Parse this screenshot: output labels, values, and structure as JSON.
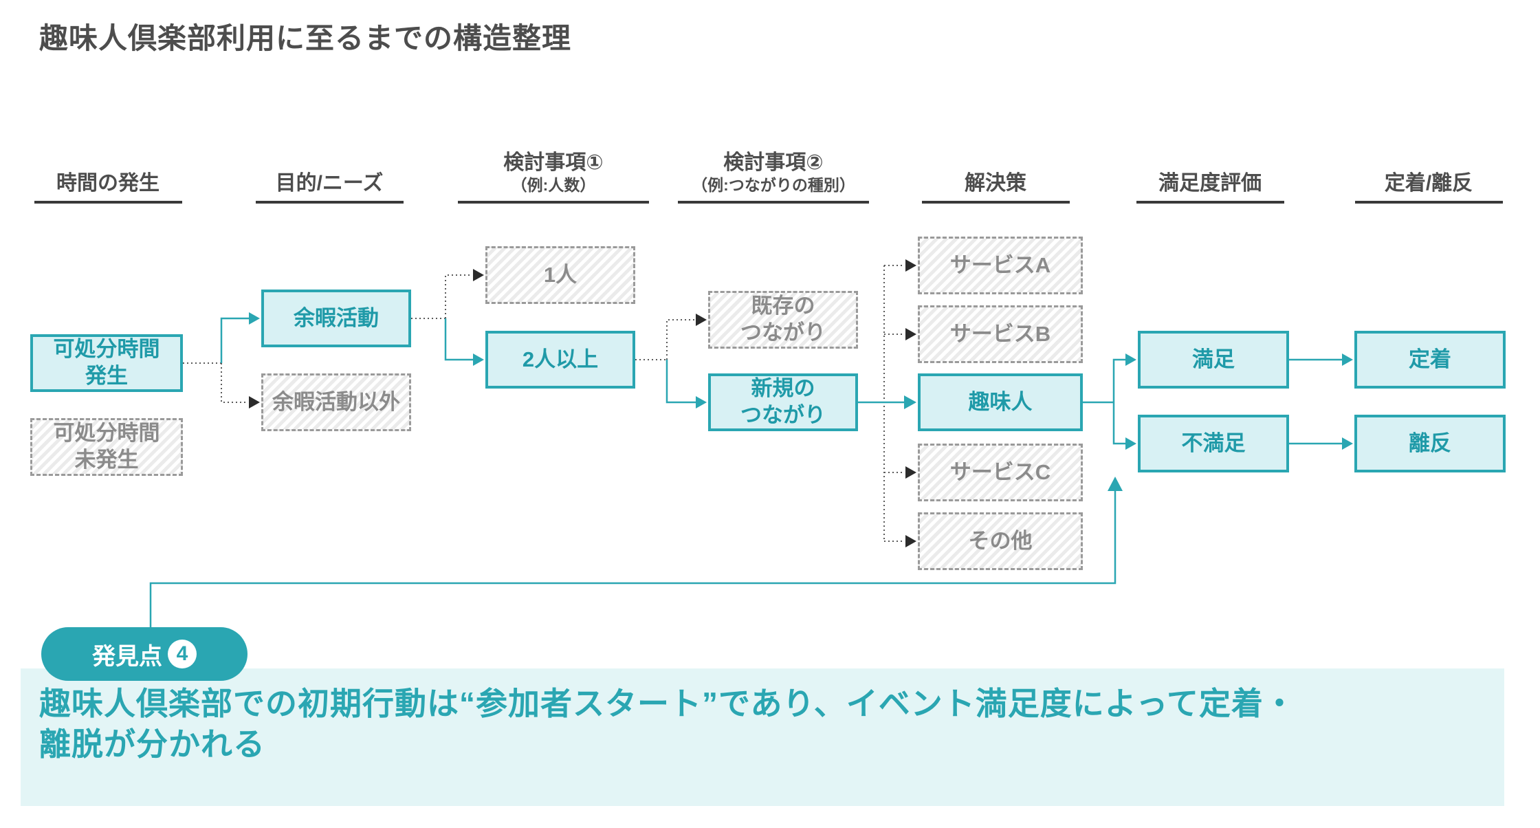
{
  "title": "趣味人倶楽部利用に至るまでの構造整理",
  "colors": {
    "teal": "#2aa6b2",
    "teal_fill": "#d8f1f4",
    "dashed_gray": "#9a9a9a",
    "gray_text": "#8b8b8b",
    "band_bg": "#e3f5f6",
    "header_text": "#4d4d4d"
  },
  "columns": [
    {
      "label": "時間の発生",
      "sub": ""
    },
    {
      "label": "目的/ニーズ",
      "sub": ""
    },
    {
      "label": "検討事項①",
      "sub": "（例:人数）"
    },
    {
      "label": "検討事項②",
      "sub": "（例:つながりの種別）"
    },
    {
      "label": "解決策",
      "sub": ""
    },
    {
      "label": "満足度評価",
      "sub": ""
    },
    {
      "label": "定着/離反",
      "sub": ""
    }
  ],
  "boxes": {
    "disposable_yes": {
      "label": "可処分時間\n発生",
      "state": "active"
    },
    "disposable_no": {
      "label": "可処分時間\n未発生",
      "state": "inactive"
    },
    "leisure": {
      "label": "余暇活動",
      "state": "active"
    },
    "non_leisure": {
      "label": "余暇活動以外",
      "state": "inactive"
    },
    "alone": {
      "label": "1人",
      "state": "inactive"
    },
    "two_plus": {
      "label": "2人以上",
      "state": "active"
    },
    "existing_ties": {
      "label": "既存の\nつながり",
      "state": "inactive"
    },
    "new_ties": {
      "label": "新規の\nつながり",
      "state": "active"
    },
    "service_a": {
      "label": "サービスA",
      "state": "inactive"
    },
    "service_b": {
      "label": "サービスB",
      "state": "inactive"
    },
    "shumijin": {
      "label": "趣味人",
      "state": "active"
    },
    "service_c": {
      "label": "サービスC",
      "state": "inactive"
    },
    "other": {
      "label": "その他",
      "state": "inactive"
    },
    "satisfied": {
      "label": "満足",
      "state": "active"
    },
    "unsatisfied": {
      "label": "不満足",
      "state": "active"
    },
    "retention": {
      "label": "定着",
      "state": "active"
    },
    "churn": {
      "label": "離反",
      "state": "active"
    }
  },
  "callout": {
    "badge_label": "発見点",
    "badge_number": "4",
    "text": "趣味人倶楽部での初期行動は“参加者スタート”であり、イベント満足度によって定着・\n離脱が分かれる"
  }
}
